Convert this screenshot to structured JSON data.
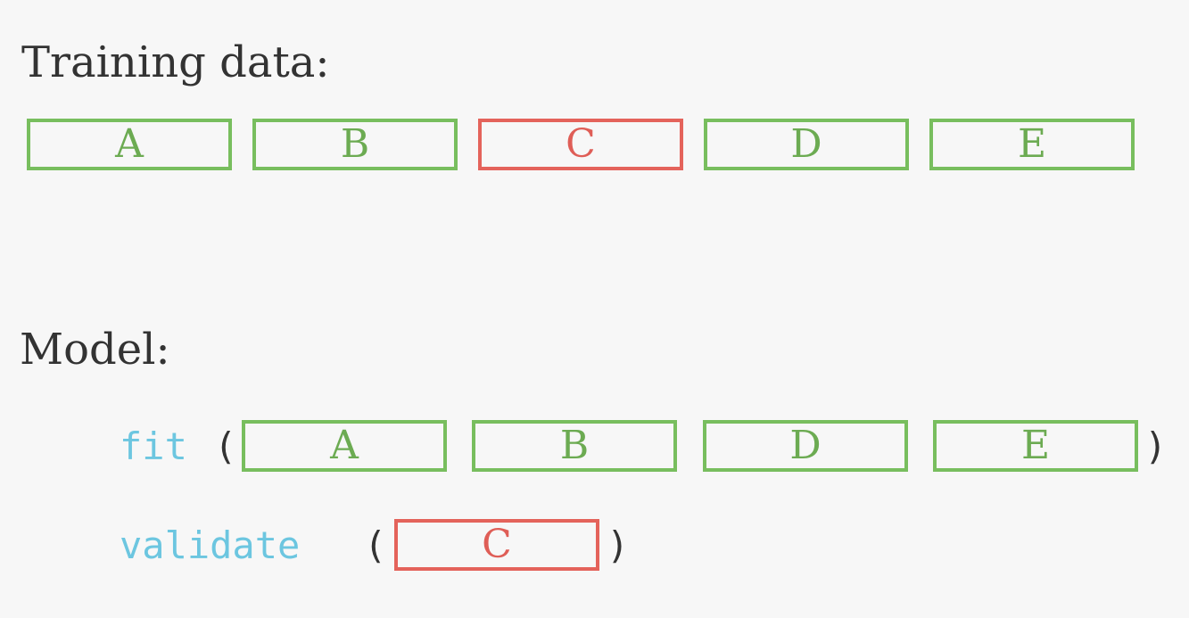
{
  "training": {
    "heading": "Training data:",
    "folds": [
      {
        "label": "A",
        "color": "#78be5e"
      },
      {
        "label": "B",
        "color": "#78be5e"
      },
      {
        "label": "C",
        "color": "#e4635b"
      },
      {
        "label": "D",
        "color": "#78be5e"
      },
      {
        "label": "E",
        "color": "#78be5e"
      }
    ]
  },
  "model": {
    "heading": "Model:",
    "fit": {
      "fn": "fit",
      "open": "(",
      "close": ")",
      "folds": [
        "A",
        "B",
        "D",
        "E"
      ]
    },
    "validate": {
      "fn": "validate",
      "open": "(",
      "close": ")",
      "folds": [
        "C"
      ]
    }
  },
  "colors": {
    "train_fold": "#78be5e",
    "validation_fold": "#e4635b",
    "function_name": "#6cc6e0",
    "text": "#333333",
    "background": "#f7f7f7"
  }
}
